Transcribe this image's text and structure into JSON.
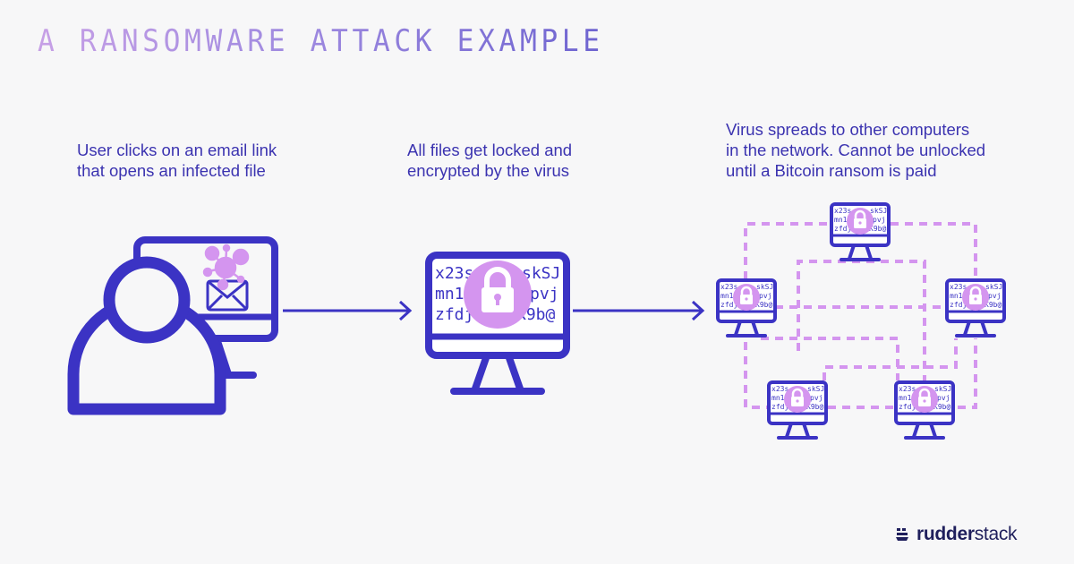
{
  "title": "A RANSOMWARE ATTACK EXAMPLE",
  "steps": [
    {
      "caption": "User clicks on an email link\nthat opens an infected file"
    },
    {
      "caption": "All files get locked and\nencrypted by the virus"
    },
    {
      "caption": "Virus spreads to other computers\nin the network. Cannot be unlocked\nuntil a Bitcoin ransom is paid"
    }
  ],
  "screen_text": {
    "line1_left": "x23s",
    "line1_right": "skSJ",
    "line2_left": "mn1",
    "line2_right": "pvj",
    "line3_left": "zfdj",
    "line3_right": "K9b@"
  },
  "icons": {
    "user": "user-icon",
    "monitor": "monitor-icon",
    "virus": "virus-icon",
    "email": "envelope-icon",
    "lock": "padlock-icon",
    "arrow": "arrow-right-icon"
  },
  "colors": {
    "primary": "#3b33c4",
    "accent": "#d495ef",
    "text": "#3b33b0",
    "background": "#f7f7f8"
  },
  "brand": {
    "bold": "rudder",
    "regular": "stack"
  }
}
